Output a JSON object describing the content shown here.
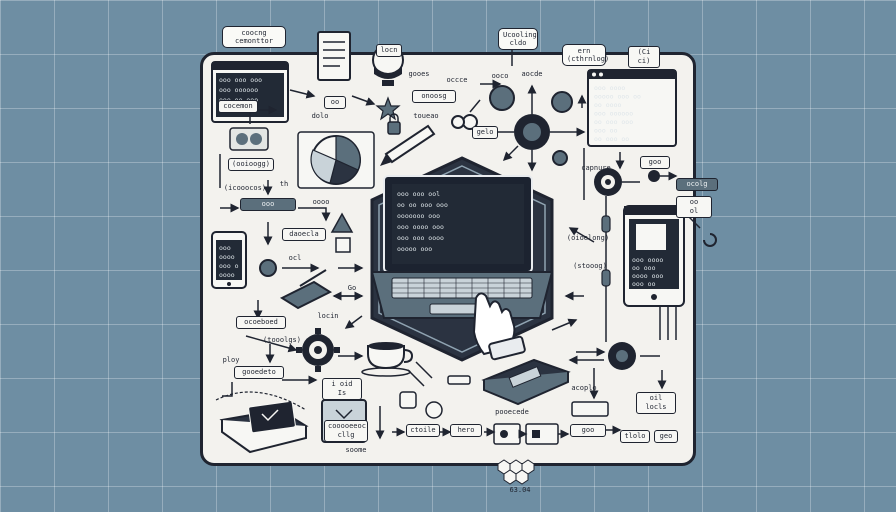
{
  "labels": {
    "top_left_callout": "coocng\ncemonttor",
    "top_mid_callout": "Ucooling\ncldo",
    "top_right_callout": "ern\n(cthrnlog)",
    "top_corner_tag": "(Ci ci)",
    "bulb_label": "locn",
    "label_gooes": "gooes",
    "label_oocce": "occce",
    "label_aocde": "aocde",
    "chip_onogg": "onoosg",
    "label_ooco": "ooco",
    "chip_oo": "oo",
    "label_dolo": "dolo",
    "label_touedo": "toueao",
    "chip_gelo": "gelo",
    "chip_cooemon": "cocemon",
    "chip_ooioogg": "(ooioogg)",
    "label_icooocos": "(icooocos)",
    "label_th": "th",
    "chip_ooo_left": "ooo",
    "label_oooo": "oooo",
    "chip_daoecla": "daoecla",
    "label_ocl": "ocl",
    "label_lociin": "locin",
    "label_go": "Go",
    "chip_ocoeboed": "ocoeboed",
    "label_ltoooltgs": "(tooolgs)",
    "label_ploy": "ploy",
    "chip_gooedeto": "gooedeto",
    "chip_oid_ls": "i oid\nIs",
    "chip_cooeeoc_ollg": "cooooeeoc\ncllg",
    "chip_ctoile": "ctoile",
    "chip_hero": "hero",
    "label_pocecede": "pooecede",
    "label_soome": "soome",
    "label_acoplo": "acoplo",
    "chip_goo": "goo",
    "chip_ocolg": "ocolg",
    "chip_ool": "oo\nol",
    "label_oioelong": "(oioelong)",
    "label_stooog": "(stooog)",
    "chip_oil_locls": "oil\nlocls",
    "chip_tlolo": "tlolo",
    "chip_geo": "geo",
    "label_capture": "capnure",
    "label_bottom": "63.04"
  },
  "code": {
    "top_left_term": [
      "ooo ooo ooo",
      "ooo oooooo",
      "ooo oo ooo",
      "ooo oooo"
    ],
    "laptop": [
      "ooo ooo ool",
      "oo oo ooo ooo",
      "ooooooo ooo",
      "ooo oooo ooo",
      "ooo ooo oooo",
      "ooooo ooo"
    ],
    "right_window": [
      "ooo oooo",
      "ooooo ooo oo",
      "oo oooo",
      "ooo oooooo",
      "oo ooo ooo",
      "ooo oo",
      "oo ooo oo"
    ],
    "phone_left": [
      "ooo",
      "oooo",
      "ooo o",
      "oooo"
    ],
    "phone_right": [
      "ooo oooo",
      "oo ooo",
      "oooo ooo",
      "ooo oo"
    ]
  },
  "colors": {
    "background": "#6e8ea3",
    "board": "#f3f2ee",
    "ink": "#1f2430",
    "slate": "#5b6f7c",
    "screen": "#222a36"
  }
}
